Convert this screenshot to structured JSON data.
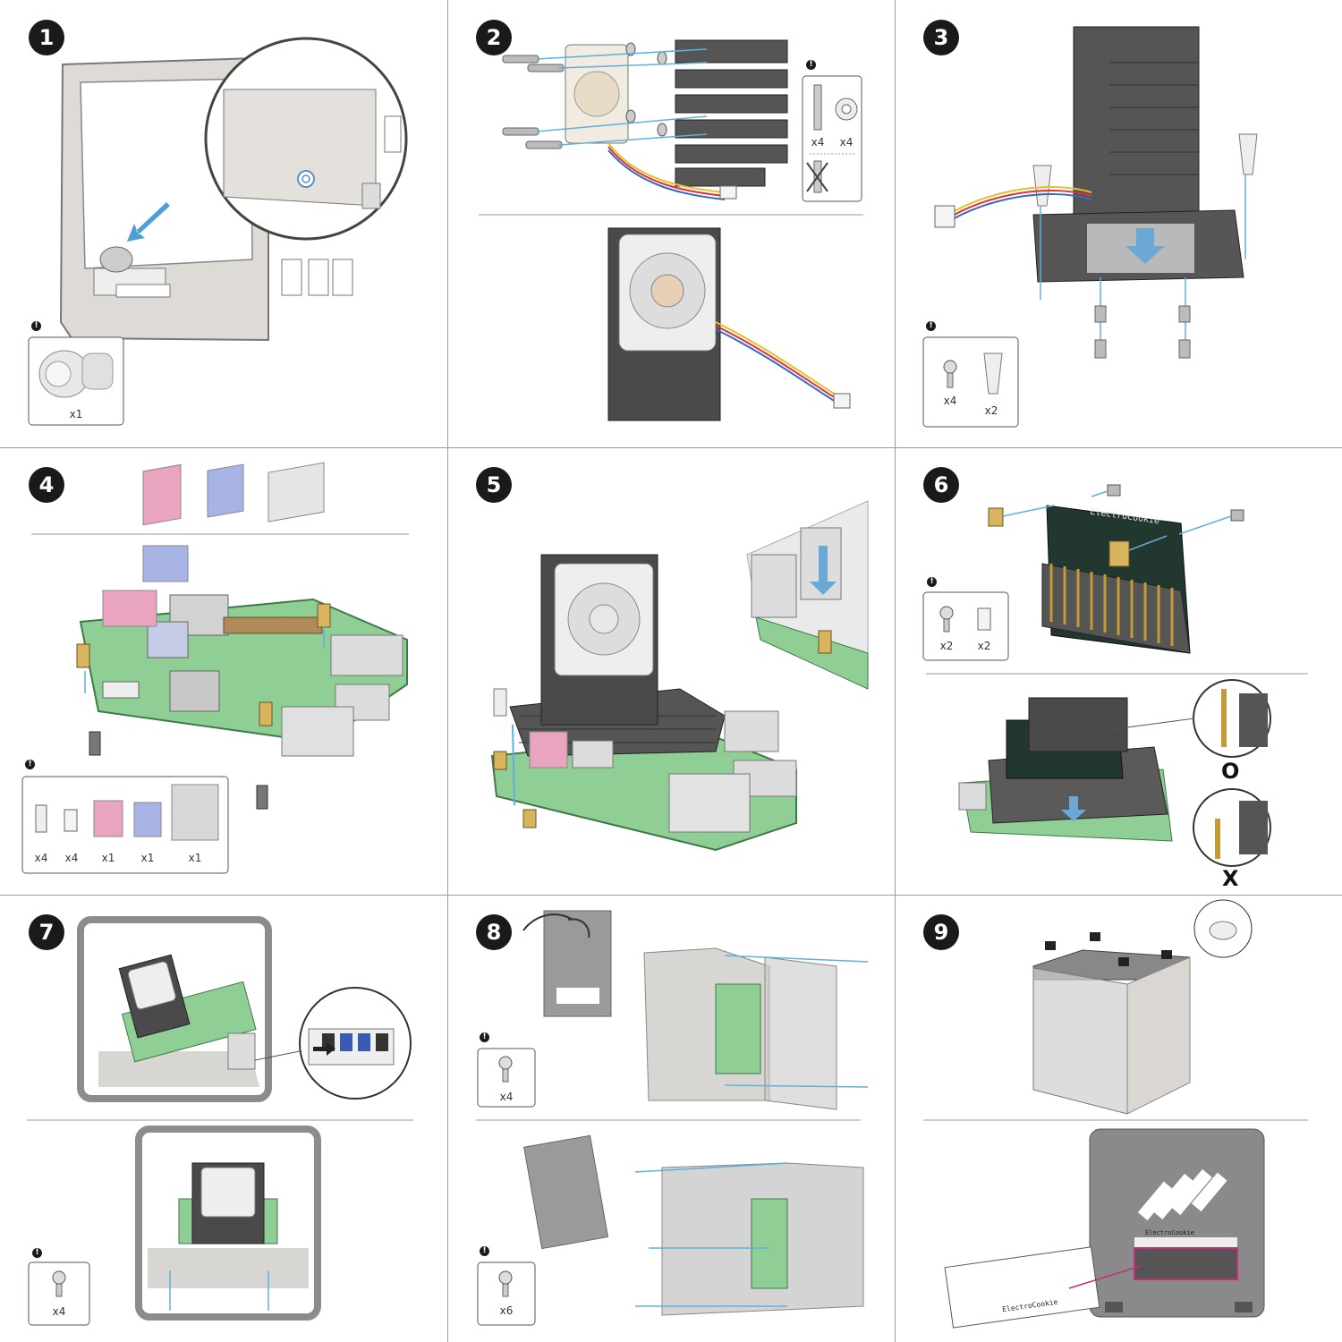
{
  "steps": [
    {
      "number": "1",
      "parts": [
        {
          "qty": "x1"
        }
      ]
    },
    {
      "number": "2",
      "parts": [
        {
          "qty": "x4"
        },
        {
          "qty": "x4"
        }
      ]
    },
    {
      "number": "3",
      "parts": [
        {
          "qty": "x4"
        },
        {
          "qty": "x2"
        }
      ]
    },
    {
      "number": "4",
      "parts": [
        {
          "qty": "x4"
        },
        {
          "qty": "x4"
        },
        {
          "qty": "x1"
        },
        {
          "qty": "x1"
        },
        {
          "qty": "x1"
        }
      ]
    },
    {
      "number": "5"
    },
    {
      "number": "6",
      "board_label": "ElectroCookie",
      "parts": [
        {
          "qty": "x2"
        },
        {
          "qty": "x2"
        }
      ],
      "correct_mark": "O",
      "wrong_mark": "X"
    },
    {
      "number": "7",
      "parts": [
        {
          "qty": "x4"
        }
      ]
    },
    {
      "number": "8",
      "parts": [
        {
          "qty": "x4"
        },
        {
          "qty": "x6"
        }
      ]
    },
    {
      "number": "9",
      "board_label": "ElectroCookie",
      "card_label": "ElectroCookie"
    }
  ],
  "note_symbol": "!",
  "colors": {
    "pad_pink": "#e9a4bf",
    "pad_blue": "#a8b3e6",
    "pad_gray": "#d8d8d8",
    "board_green": "#8fcf95",
    "case_gray": "#d8d6d2",
    "heatsink": "#444444",
    "arrow_blue": "#5fb0dc",
    "highlight": "#c0307a"
  }
}
